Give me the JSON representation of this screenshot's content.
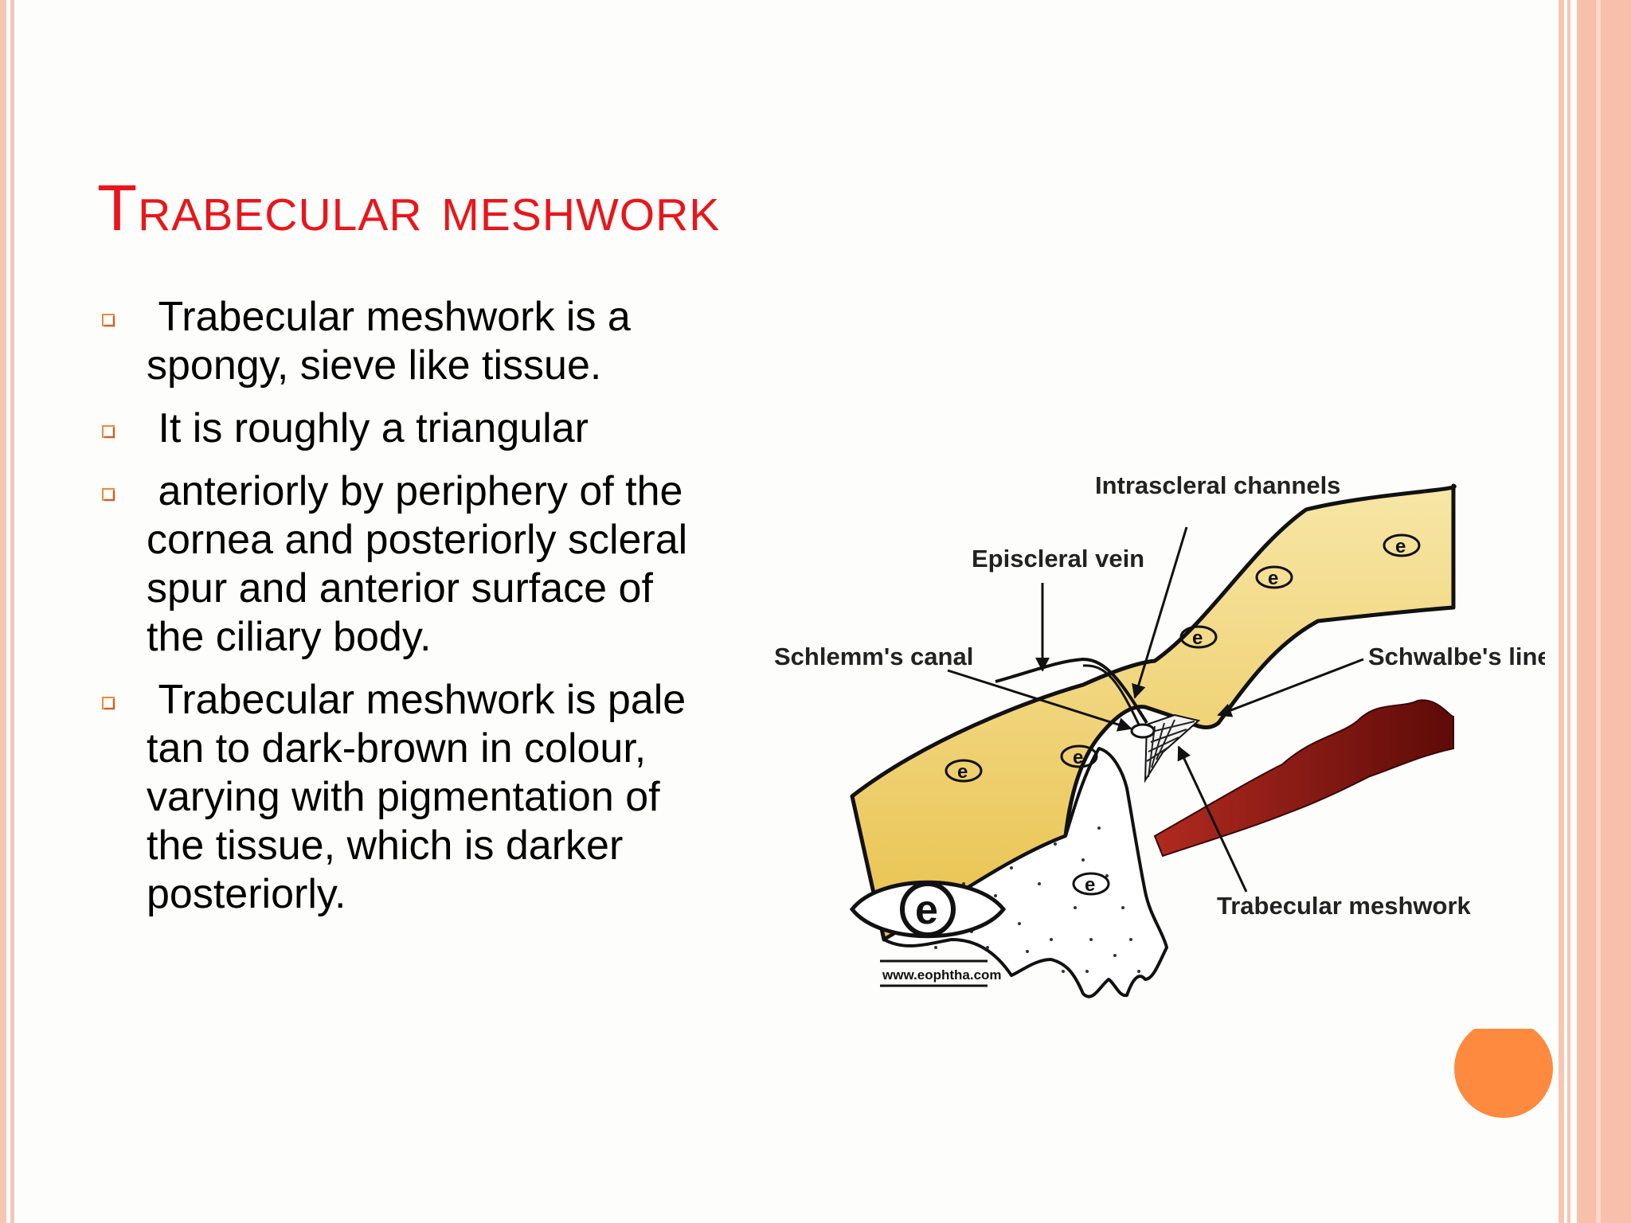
{
  "slide": {
    "title": "Trabecular meshwork",
    "bullets": [
      " Trabecular meshwork is a spongy, sieve like tissue.",
      " It is roughly a triangular",
      " anteriorly by periphery of the cornea and posteriorly scleral spur and anterior surface of the ciliary body.",
      " Trabecular meshwork is pale tan to dark-brown in colour, varying with pigmentation of the tissue, which is darker posteriorly."
    ]
  },
  "diagram": {
    "labels": {
      "intrascleral_channels": "Intrascleral channels",
      "episcleral_vein": "Episcleral vein",
      "schlemms_canal": "Schlemm's canal",
      "schwalbes_line": "Schwalbe's line",
      "trabecular_meshwork": "Trabecular meshwork"
    },
    "watermark": "www.eophtha.com",
    "logo_letter": "e",
    "colors": {
      "sclera": "#f0d36e",
      "iris": "#8b1410",
      "outline": "#111111"
    }
  },
  "theme": {
    "title_color": "#e8161c",
    "stripe_color": "#f8c0aa",
    "circle_color": "#fd8a3f",
    "bullet_color": "#f08a3c"
  }
}
